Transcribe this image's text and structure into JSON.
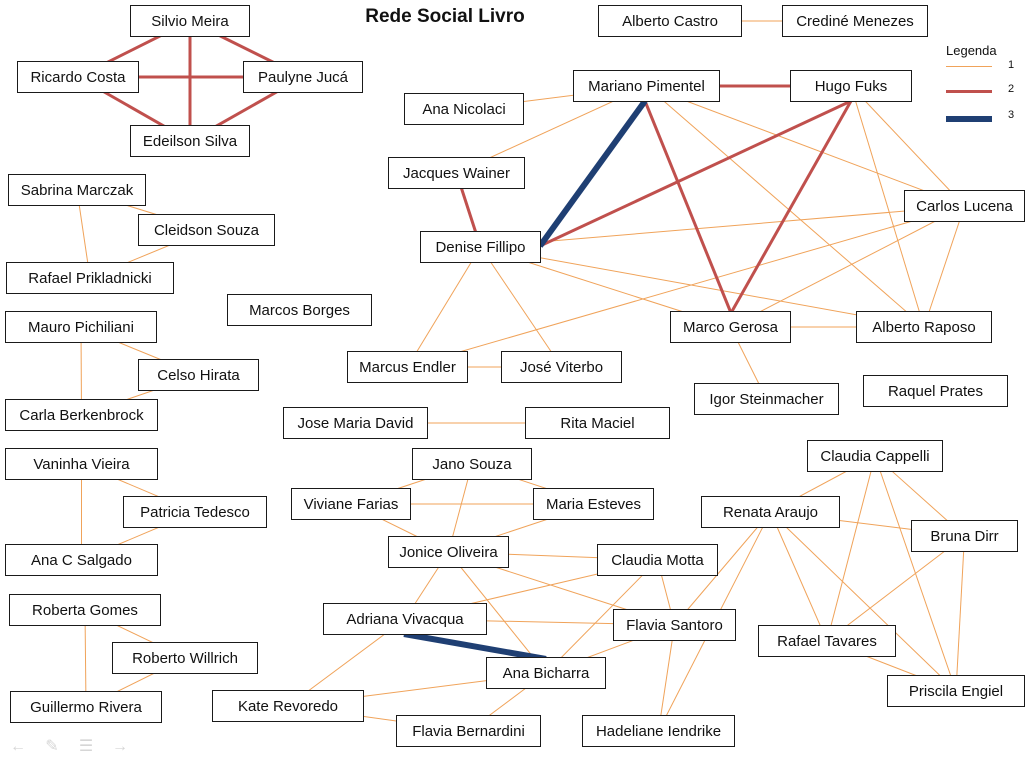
{
  "title": "Rede Social Livro",
  "legend": {
    "title": "Legenda",
    "items": [
      {
        "label": "1",
        "color": "#f0a35a",
        "weight": 1
      },
      {
        "label": "2",
        "color": "#c0504d",
        "weight": 2
      },
      {
        "label": "3",
        "color": "#1f3f73",
        "weight": 3
      }
    ]
  },
  "nodes": [
    {
      "id": "silvio",
      "label": "Silvio Meira"
    },
    {
      "id": "ricardo",
      "label": "Ricardo Costa"
    },
    {
      "id": "paulyne",
      "label": "Paulyne Jucá"
    },
    {
      "id": "edeilson",
      "label": "Edeilson Silva"
    },
    {
      "id": "alberto_c",
      "label": "Alberto Castro"
    },
    {
      "id": "credine",
      "label": "Crediné Menezes"
    },
    {
      "id": "ana_n",
      "label": "Ana Nicolaci"
    },
    {
      "id": "mariano",
      "label": "Mariano Pimentel"
    },
    {
      "id": "hugo",
      "label": "Hugo Fuks"
    },
    {
      "id": "jacques",
      "label": "Jacques Wainer"
    },
    {
      "id": "denise",
      "label": "Denise Fillipo"
    },
    {
      "id": "carlos",
      "label": "Carlos Lucena"
    },
    {
      "id": "sabrina",
      "label": "Sabrina Marczak"
    },
    {
      "id": "cleidson",
      "label": "Cleidson Souza"
    },
    {
      "id": "rafael_p",
      "label": "Rafael Prikladnicki"
    },
    {
      "id": "marcos_b",
      "label": "Marcos Borges"
    },
    {
      "id": "marco_g",
      "label": "Marco Gerosa"
    },
    {
      "id": "alberto_r",
      "label": "Alberto Raposo"
    },
    {
      "id": "mauro",
      "label": "Mauro Pichiliani"
    },
    {
      "id": "celso",
      "label": "Celso Hirata"
    },
    {
      "id": "carla",
      "label": "Carla Berkenbrock"
    },
    {
      "id": "marcus",
      "label": "Marcus Endler"
    },
    {
      "id": "jose_v",
      "label": "José Viterbo"
    },
    {
      "id": "igor",
      "label": "Igor Steinmacher"
    },
    {
      "id": "raquel",
      "label": "Raquel Prates"
    },
    {
      "id": "jose_md",
      "label": "Jose Maria David"
    },
    {
      "id": "rita",
      "label": "Rita Maciel"
    },
    {
      "id": "vaninha",
      "label": "Vaninha Vieira"
    },
    {
      "id": "patricia",
      "label": "Patricia  Tedesco"
    },
    {
      "id": "ana_s",
      "label": "Ana C Salgado"
    },
    {
      "id": "jano",
      "label": "Jano Souza"
    },
    {
      "id": "viviane",
      "label": "Viviane Farias"
    },
    {
      "id": "maria_e",
      "label": "Maria Esteves"
    },
    {
      "id": "jonice",
      "label": "Jonice Oliveira"
    },
    {
      "id": "claudia_c",
      "label": "Claudia Cappelli"
    },
    {
      "id": "renata",
      "label": "Renata Araujo"
    },
    {
      "id": "bruna",
      "label": "Bruna Dirr"
    },
    {
      "id": "claudia_m",
      "label": "Claudia Motta"
    },
    {
      "id": "roberta",
      "label": "Roberta Gomes"
    },
    {
      "id": "roberto",
      "label": "Roberto Willrich"
    },
    {
      "id": "adriana",
      "label": "Adriana Vivacqua"
    },
    {
      "id": "flavia_s",
      "label": "Flavia Santoro"
    },
    {
      "id": "rafael_t",
      "label": "Rafael Tavares"
    },
    {
      "id": "guillermo",
      "label": "Guillermo Rivera"
    },
    {
      "id": "ana_b",
      "label": "Ana Bicharra"
    },
    {
      "id": "priscila",
      "label": "Priscila Engiel"
    },
    {
      "id": "kate",
      "label": "Kate Revoredo"
    },
    {
      "id": "flavia_b",
      "label": "Flavia Bernardini"
    },
    {
      "id": "hadeliane",
      "label": "Hadeliane Iendrike"
    }
  ],
  "edges": [
    {
      "from": "silvio",
      "to": "paulyne",
      "weight": 2
    },
    {
      "from": "silvio",
      "to": "ricardo",
      "weight": 2
    },
    {
      "from": "silvio",
      "to": "edeilson",
      "weight": 2
    },
    {
      "from": "ricardo",
      "to": "paulyne",
      "weight": 2
    },
    {
      "from": "ricardo",
      "to": "edeilson",
      "weight": 2
    },
    {
      "from": "paulyne",
      "to": "edeilson",
      "weight": 2
    },
    {
      "from": "alberto_c",
      "to": "credine",
      "weight": 1
    },
    {
      "from": "ana_n",
      "to": "mariano",
      "weight": 1
    },
    {
      "from": "mariano",
      "to": "hugo",
      "weight": 2
    },
    {
      "from": "mariano",
      "to": "denise",
      "weight": 3
    },
    {
      "from": "mariano",
      "to": "marco_g",
      "weight": 2
    },
    {
      "from": "mariano",
      "to": "jacques",
      "weight": 1
    },
    {
      "from": "mariano",
      "to": "carlos",
      "weight": 1
    },
    {
      "from": "mariano",
      "to": "alberto_r",
      "weight": 1
    },
    {
      "from": "hugo",
      "to": "denise",
      "weight": 2
    },
    {
      "from": "hugo",
      "to": "marco_g",
      "weight": 2
    },
    {
      "from": "hugo",
      "to": "carlos",
      "weight": 1
    },
    {
      "from": "hugo",
      "to": "alberto_r",
      "weight": 1
    },
    {
      "from": "jacques",
      "to": "denise",
      "weight": 2
    },
    {
      "from": "denise",
      "to": "carlos",
      "weight": 1
    },
    {
      "from": "denise",
      "to": "marco_g",
      "weight": 1
    },
    {
      "from": "denise",
      "to": "alberto_r",
      "weight": 1
    },
    {
      "from": "denise",
      "to": "marcus",
      "weight": 1
    },
    {
      "from": "denise",
      "to": "jose_v",
      "weight": 1
    },
    {
      "from": "marcus",
      "to": "jose_v",
      "weight": 1
    },
    {
      "from": "marcus",
      "to": "carlos",
      "weight": 1
    },
    {
      "from": "marco_g",
      "to": "alberto_r",
      "weight": 1
    },
    {
      "from": "marco_g",
      "to": "carlos",
      "weight": 1
    },
    {
      "from": "marco_g",
      "to": "igor",
      "weight": 1
    },
    {
      "from": "carlos",
      "to": "alberto_r",
      "weight": 1
    },
    {
      "from": "sabrina",
      "to": "cleidson",
      "weight": 1
    },
    {
      "from": "sabrina",
      "to": "rafael_p",
      "weight": 1
    },
    {
      "from": "cleidson",
      "to": "rafael_p",
      "weight": 1
    },
    {
      "from": "mauro",
      "to": "celso",
      "weight": 1
    },
    {
      "from": "mauro",
      "to": "carla",
      "weight": 1
    },
    {
      "from": "celso",
      "to": "carla",
      "weight": 1
    },
    {
      "from": "vaninha",
      "to": "patricia",
      "weight": 1
    },
    {
      "from": "vaninha",
      "to": "ana_s",
      "weight": 1
    },
    {
      "from": "patricia",
      "to": "ana_s",
      "weight": 1
    },
    {
      "from": "roberta",
      "to": "roberto",
      "weight": 1
    },
    {
      "from": "roberta",
      "to": "guillermo",
      "weight": 1
    },
    {
      "from": "roberto",
      "to": "guillermo",
      "weight": 1
    },
    {
      "from": "jose_md",
      "to": "rita",
      "weight": 1
    },
    {
      "from": "jano",
      "to": "viviane",
      "weight": 1
    },
    {
      "from": "jano",
      "to": "maria_e",
      "weight": 1
    },
    {
      "from": "jano",
      "to": "jonice",
      "weight": 1
    },
    {
      "from": "viviane",
      "to": "maria_e",
      "weight": 1
    },
    {
      "from": "viviane",
      "to": "jonice",
      "weight": 1
    },
    {
      "from": "jonice",
      "to": "maria_e",
      "weight": 1
    },
    {
      "from": "jonice",
      "to": "adriana",
      "weight": 1
    },
    {
      "from": "jonice",
      "to": "claudia_m",
      "weight": 1
    },
    {
      "from": "jonice",
      "to": "flavia_s",
      "weight": 1
    },
    {
      "from": "jonice",
      "to": "ana_b",
      "weight": 1
    },
    {
      "from": "adriana",
      "to": "ana_b",
      "weight": 3
    },
    {
      "from": "adriana",
      "to": "claudia_m",
      "weight": 1
    },
    {
      "from": "adriana",
      "to": "flavia_s",
      "weight": 1
    },
    {
      "from": "ana_b",
      "to": "claudia_m",
      "weight": 1
    },
    {
      "from": "ana_b",
      "to": "flavia_s",
      "weight": 1
    },
    {
      "from": "ana_b",
      "to": "kate",
      "weight": 1
    },
    {
      "from": "ana_b",
      "to": "flavia_b",
      "weight": 1
    },
    {
      "from": "claudia_m",
      "to": "flavia_s",
      "weight": 1
    },
    {
      "from": "flavia_s",
      "to": "hadeliane",
      "weight": 1
    },
    {
      "from": "flavia_s",
      "to": "renata",
      "weight": 1
    },
    {
      "from": "kate",
      "to": "flavia_b",
      "weight": 1
    },
    {
      "from": "kate",
      "to": "adriana",
      "weight": 1
    },
    {
      "from": "renata",
      "to": "hadeliane",
      "weight": 1
    },
    {
      "from": "renata",
      "to": "rafael_t",
      "weight": 1
    },
    {
      "from": "renata",
      "to": "priscila",
      "weight": 1
    },
    {
      "from": "renata",
      "to": "bruna",
      "weight": 1
    },
    {
      "from": "renata",
      "to": "claudia_c",
      "weight": 1
    },
    {
      "from": "claudia_c",
      "to": "bruna",
      "weight": 1
    },
    {
      "from": "claudia_c",
      "to": "rafael_t",
      "weight": 1
    },
    {
      "from": "claudia_c",
      "to": "priscila",
      "weight": 1
    },
    {
      "from": "bruna",
      "to": "rafael_t",
      "weight": 1
    },
    {
      "from": "bruna",
      "to": "priscila",
      "weight": 1
    },
    {
      "from": "rafael_t",
      "to": "priscila",
      "weight": 1
    }
  ],
  "colors": {
    "weight1": "#f0a35a",
    "weight2": "#c0504d",
    "weight3": "#1f3f73",
    "node_border": "#1a1a1a"
  },
  "footer_icons": [
    "arrow-left-icon",
    "pen-icon",
    "menu-icon",
    "arrow-right-icon"
  ]
}
